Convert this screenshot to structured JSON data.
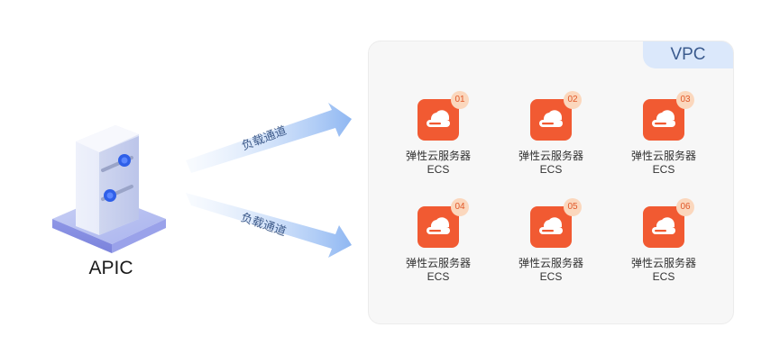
{
  "apic": {
    "label": "APIC"
  },
  "channels": [
    {
      "label": "负载通道"
    },
    {
      "label": "负载通道"
    }
  ],
  "vpc": {
    "label": "VPC",
    "instances": [
      {
        "badge": "01",
        "name": "弹性云服务器",
        "type": "ECS"
      },
      {
        "badge": "02",
        "name": "弹性云服务器",
        "type": "ECS"
      },
      {
        "badge": "03",
        "name": "弹性云服务器",
        "type": "ECS"
      },
      {
        "badge": "04",
        "name": "弹性云服务器",
        "type": "ECS"
      },
      {
        "badge": "05",
        "name": "弹性云服务器",
        "type": "ECS"
      },
      {
        "badge": "06",
        "name": "弹性云服务器",
        "type": "ECS"
      }
    ]
  },
  "colors": {
    "ecs_orange": "#f15a32",
    "badge_bg": "#fbd7bd",
    "vpc_tag_bg": "#dbe8fb",
    "arrow_blue": "#8fb7f2"
  }
}
